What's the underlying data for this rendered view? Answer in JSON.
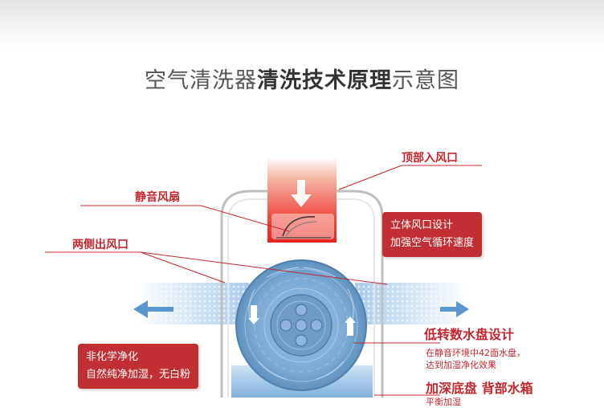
{
  "title": {
    "normal_prefix": "空气清洗器",
    "bold": "清洗技术原理",
    "normal_suffix": "示意图"
  },
  "labels": {
    "top_inlet": "顶部入风口",
    "quiet_fan": "静音风扇",
    "side_outlet": "两侧出风口",
    "low_speed_disc": "低转数水盘设计",
    "low_speed_desc_1": "在静音环境中42面水盘，",
    "low_speed_desc_2": "达到加湿净化效果",
    "deep_tank": "加深底盘 背部水箱",
    "deep_tank_desc": "平衡加湿"
  },
  "callouts": {
    "airflow": [
      "立体风口设计",
      "加强空气循环速度"
    ],
    "purify": [
      "非化学净化",
      "自然纯净加湿，无白粉"
    ]
  },
  "colors": {
    "accent": "#c3272d",
    "callout_bg": "#c22f33",
    "disc": "#6f9fc9",
    "title": "#555555"
  }
}
